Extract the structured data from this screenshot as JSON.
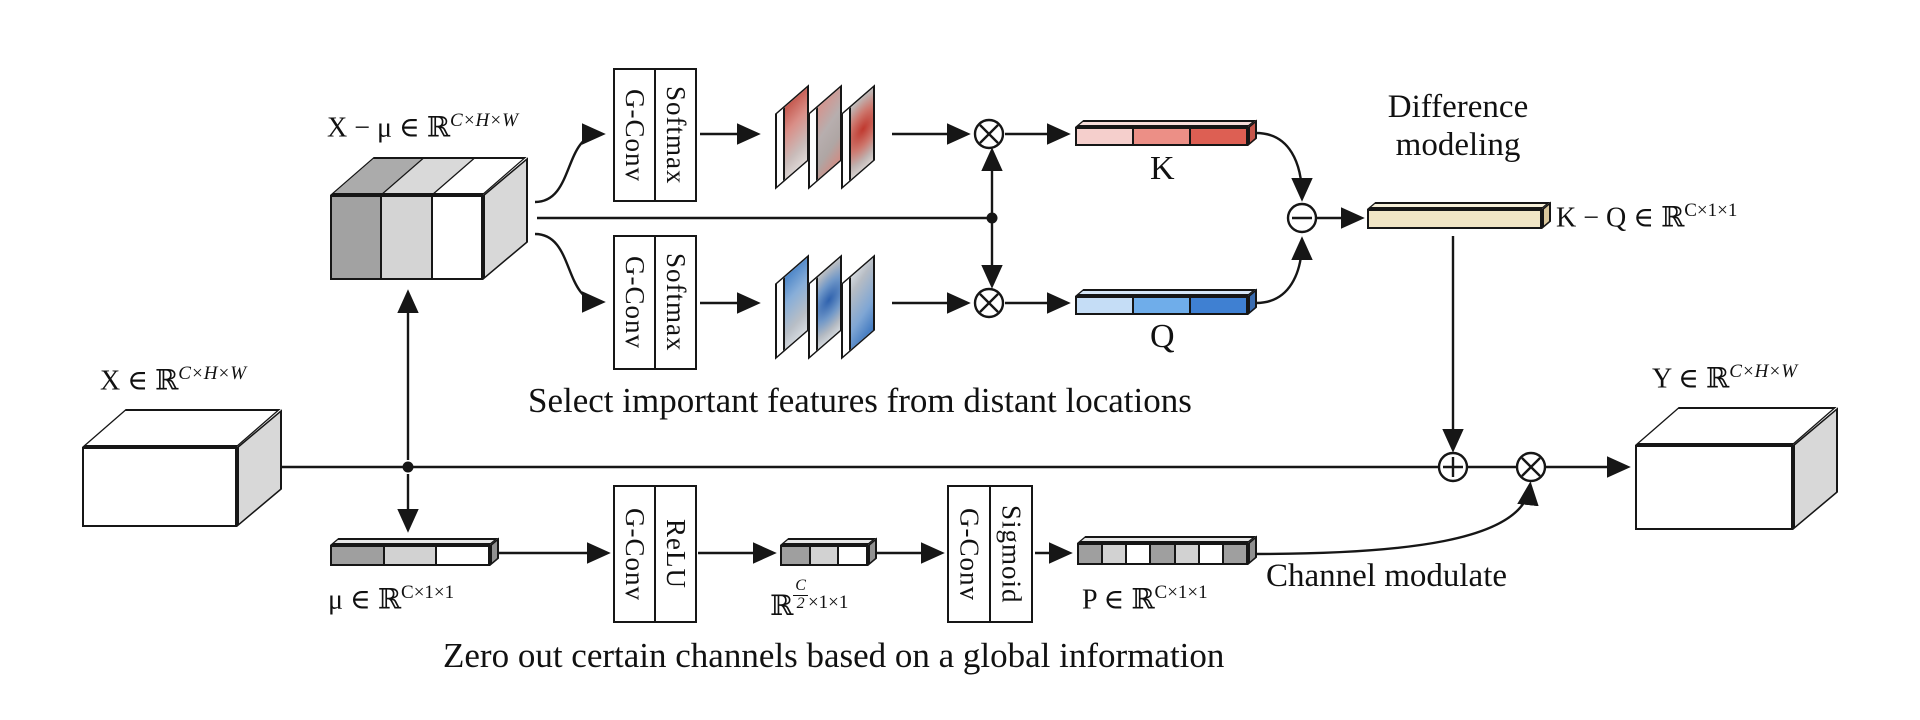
{
  "figure": {
    "captions": {
      "select": "Select important features from distant locations",
      "zero": "Zero out certain channels based on a global information",
      "difference_line1": "Difference",
      "difference_line2": "modeling",
      "channel_modulate": "Channel modulate"
    },
    "labels": {
      "x_input": {
        "base": "X ∈ ℝ",
        "sup": "C×H×W"
      },
      "x_minus_mu": {
        "base": "X − μ ∈ ℝ",
        "sup": "C×H×W"
      },
      "y_output": {
        "base": "Y ∈ ℝ",
        "sup": "C×H×W"
      },
      "mu": {
        "base": "μ ∈ ℝ",
        "sup": "C×1×1"
      },
      "half_dim": {
        "base": "ℝ",
        "frac_num": "C",
        "frac_den": "2",
        "sup_tail": "×1×1"
      },
      "p": {
        "base": "P ∈ ℝ",
        "sup": "C×1×1"
      },
      "k_minus_q": {
        "base": "K − Q ∈ ℝ",
        "sup": "C×1×1"
      },
      "k": "K",
      "q": "Q"
    },
    "blocks": {
      "top1": {
        "left": "G-Conv",
        "right": "Softmax"
      },
      "top2": {
        "left": "G-Conv",
        "right": "Softmax"
      },
      "bottom1": {
        "left": "G-Conv",
        "right": "ReLU"
      },
      "bottom2": {
        "left": "G-Conv",
        "right": "Sigmoid"
      }
    },
    "operators": {
      "top_multiply": "⊗",
      "bottom_multiply": "⊗",
      "subtract": "⊖",
      "add": "⊕",
      "output_multiply": "⊗"
    },
    "bars": {
      "x_minus_mu_front": [
        "#a2a2a2",
        "#d4d4d4",
        "#ffffff"
      ],
      "x_minus_mu_top": [
        "#ababab",
        "#d9d9d9",
        "#ffffff"
      ],
      "k": [
        "#f5cfcc",
        "#ec8f86",
        "#dd5f53"
      ],
      "q": [
        "#c5ddf6",
        "#6fadea",
        "#3f80d2"
      ],
      "k_minus_q": [
        "#f0e5c5"
      ],
      "mu": [
        "#9f9f9f",
        "#d2d2d2",
        "#ffffff"
      ],
      "half": [
        "#9f9f9f",
        "#d2d2d2",
        "#ffffff"
      ],
      "p": [
        "#9f9f9f",
        "#d2d2d2",
        "#ffffff",
        "#9f9f9f",
        "#d2d2d2",
        "#ffffff",
        "#9f9f9f"
      ]
    },
    "colors": {
      "line": "#161616",
      "red_map": "#c0392f",
      "blue_map": "#2f62ae",
      "k_red": "#dd5f53",
      "q_blue": "#3f80d2",
      "kq_beige": "#f0e5c5",
      "gray_dark": "#9f9f9f",
      "gray_light": "#d2d2d2"
    }
  }
}
